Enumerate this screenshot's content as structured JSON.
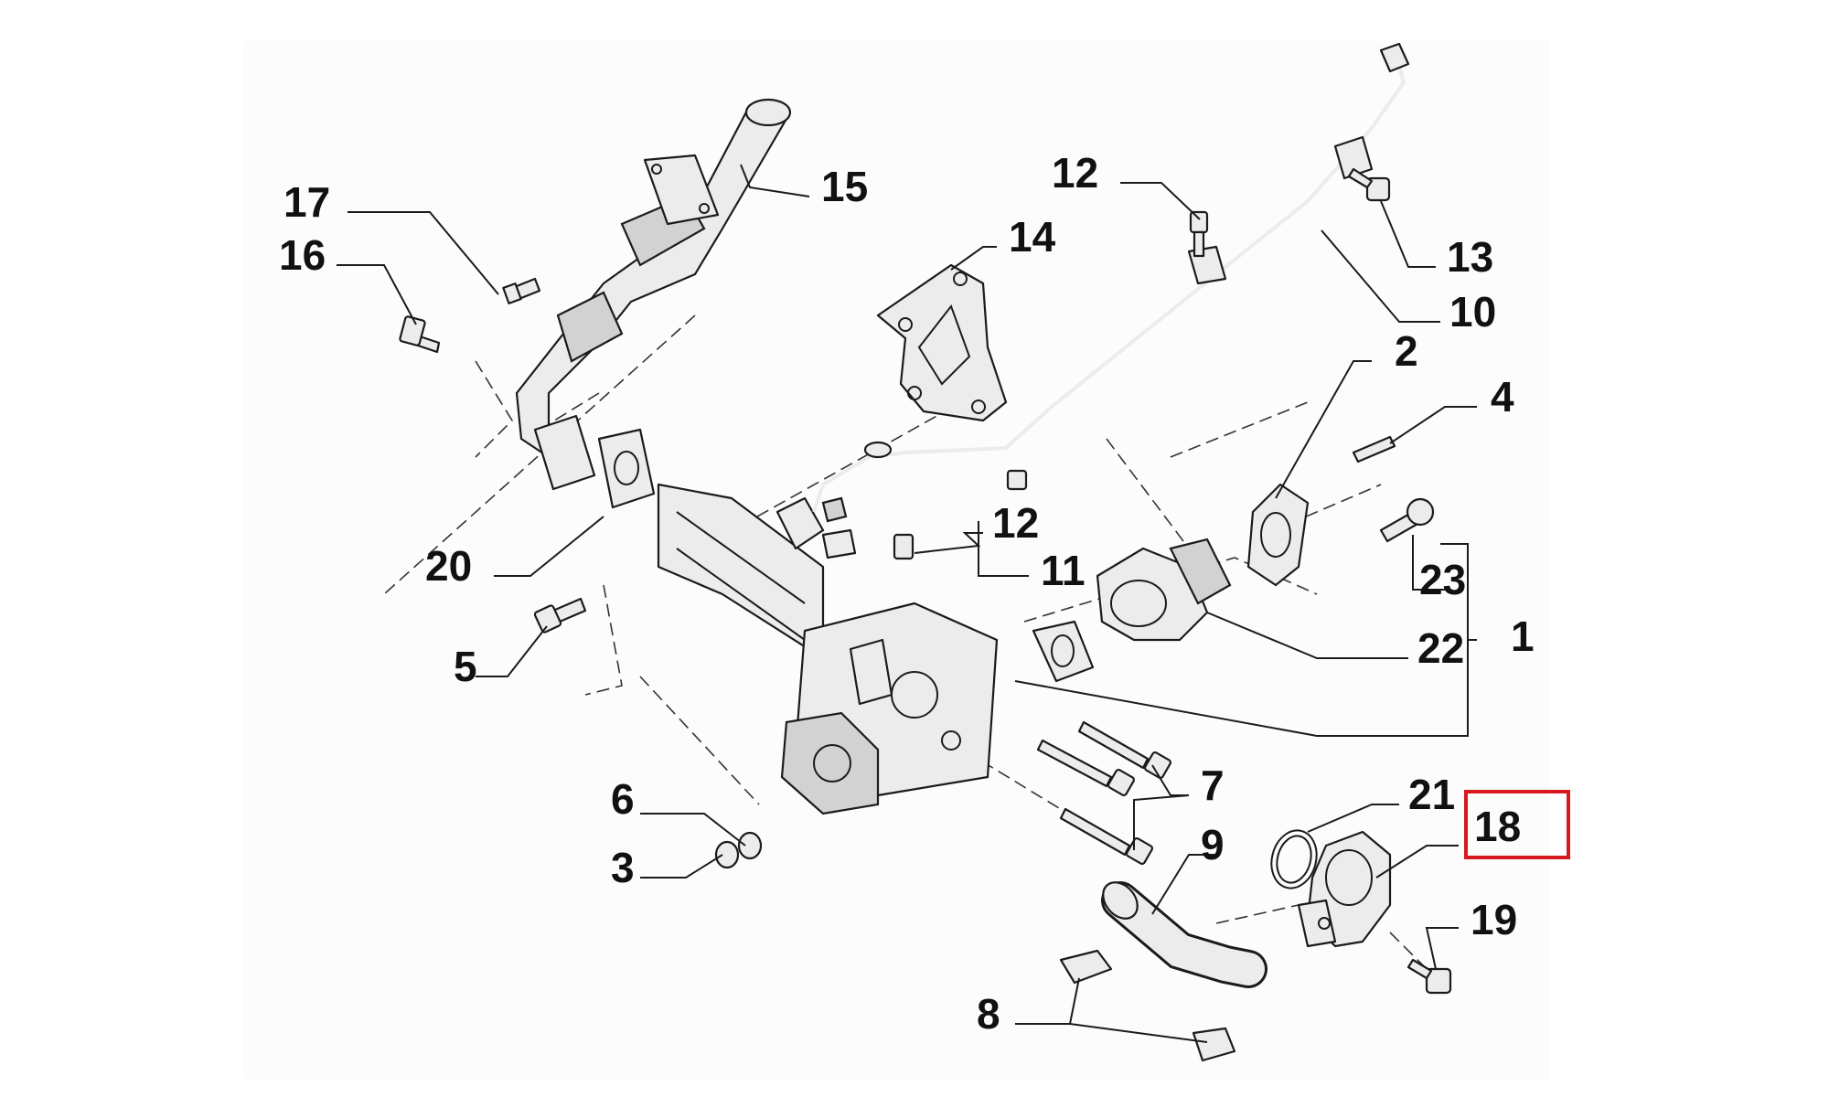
{
  "diagram": {
    "highlight_color": "#d71920",
    "highlighted_callout": "18",
    "callouts": [
      "1",
      "2",
      "3",
      "4",
      "5",
      "6",
      "7",
      "8",
      "9",
      "10",
      "11",
      "12",
      "12",
      "13",
      "14",
      "15",
      "16",
      "17",
      "18",
      "19",
      "20",
      "21",
      "22",
      "23"
    ]
  }
}
